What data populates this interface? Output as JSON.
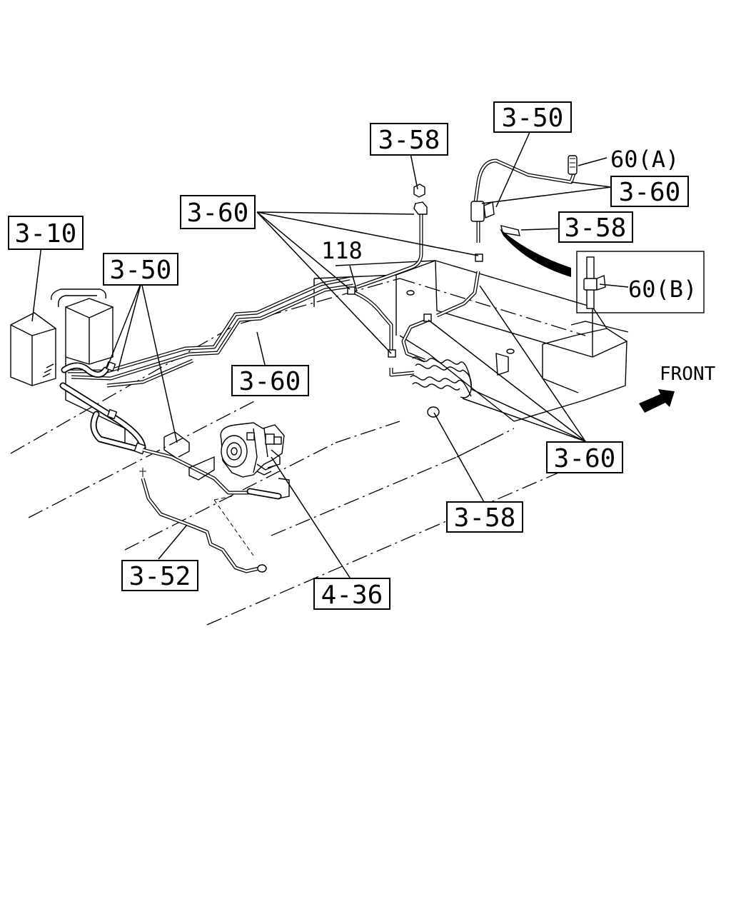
{
  "labels": {
    "ref_3_10": "3-10",
    "ref_3_50_left": "3-50",
    "ref_3_50_top": "3-50",
    "ref_3_58_top": "3-58",
    "ref_3_58_right": "3-58",
    "ref_3_58_bottom": "3-58",
    "ref_3_60_upper_left": "3-60",
    "ref_3_60_upper_right": "3-60",
    "ref_3_60_middle": "3-60",
    "ref_3_60_lower_right": "3-60",
    "ref_3_52": "3-52",
    "ref_4_36": "4-36",
    "callout_118": "118",
    "callout_60a": "60(A)",
    "callout_60b": "60(B)",
    "direction": "FRONT"
  },
  "icons": {
    "front_arrow": "arrow-right-up-icon"
  }
}
